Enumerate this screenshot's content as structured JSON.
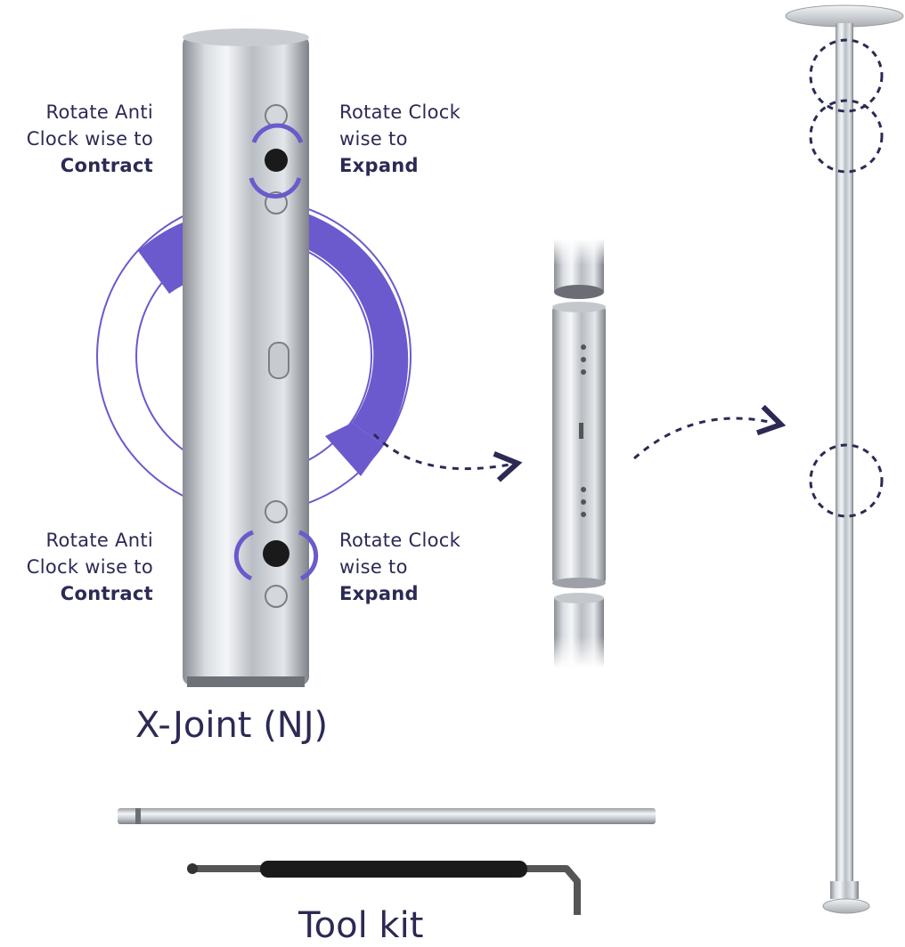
{
  "joint": {
    "top_left": {
      "line1": "Rotate Anti",
      "line2": "Clock wise to",
      "strong": "Contract"
    },
    "top_right": {
      "line1": "Rotate Clock",
      "line2": "wise to",
      "strong": "Expand"
    },
    "bottom_left": {
      "line1": "Rotate Anti",
      "line2": "Clock wise to",
      "strong": "Contract"
    },
    "bottom_right": {
      "line1": "Rotate Clock",
      "line2": "wise to",
      "strong": "Expand"
    },
    "title": "X-Joint (NJ)"
  },
  "toolkit": {
    "title": "Tool kit"
  },
  "colors": {
    "accent": "#6a5acd",
    "text": "#2b2a55",
    "dash": "#2b2a55",
    "metal_light": "#eceff2",
    "metal_dark": "#8c9096"
  }
}
